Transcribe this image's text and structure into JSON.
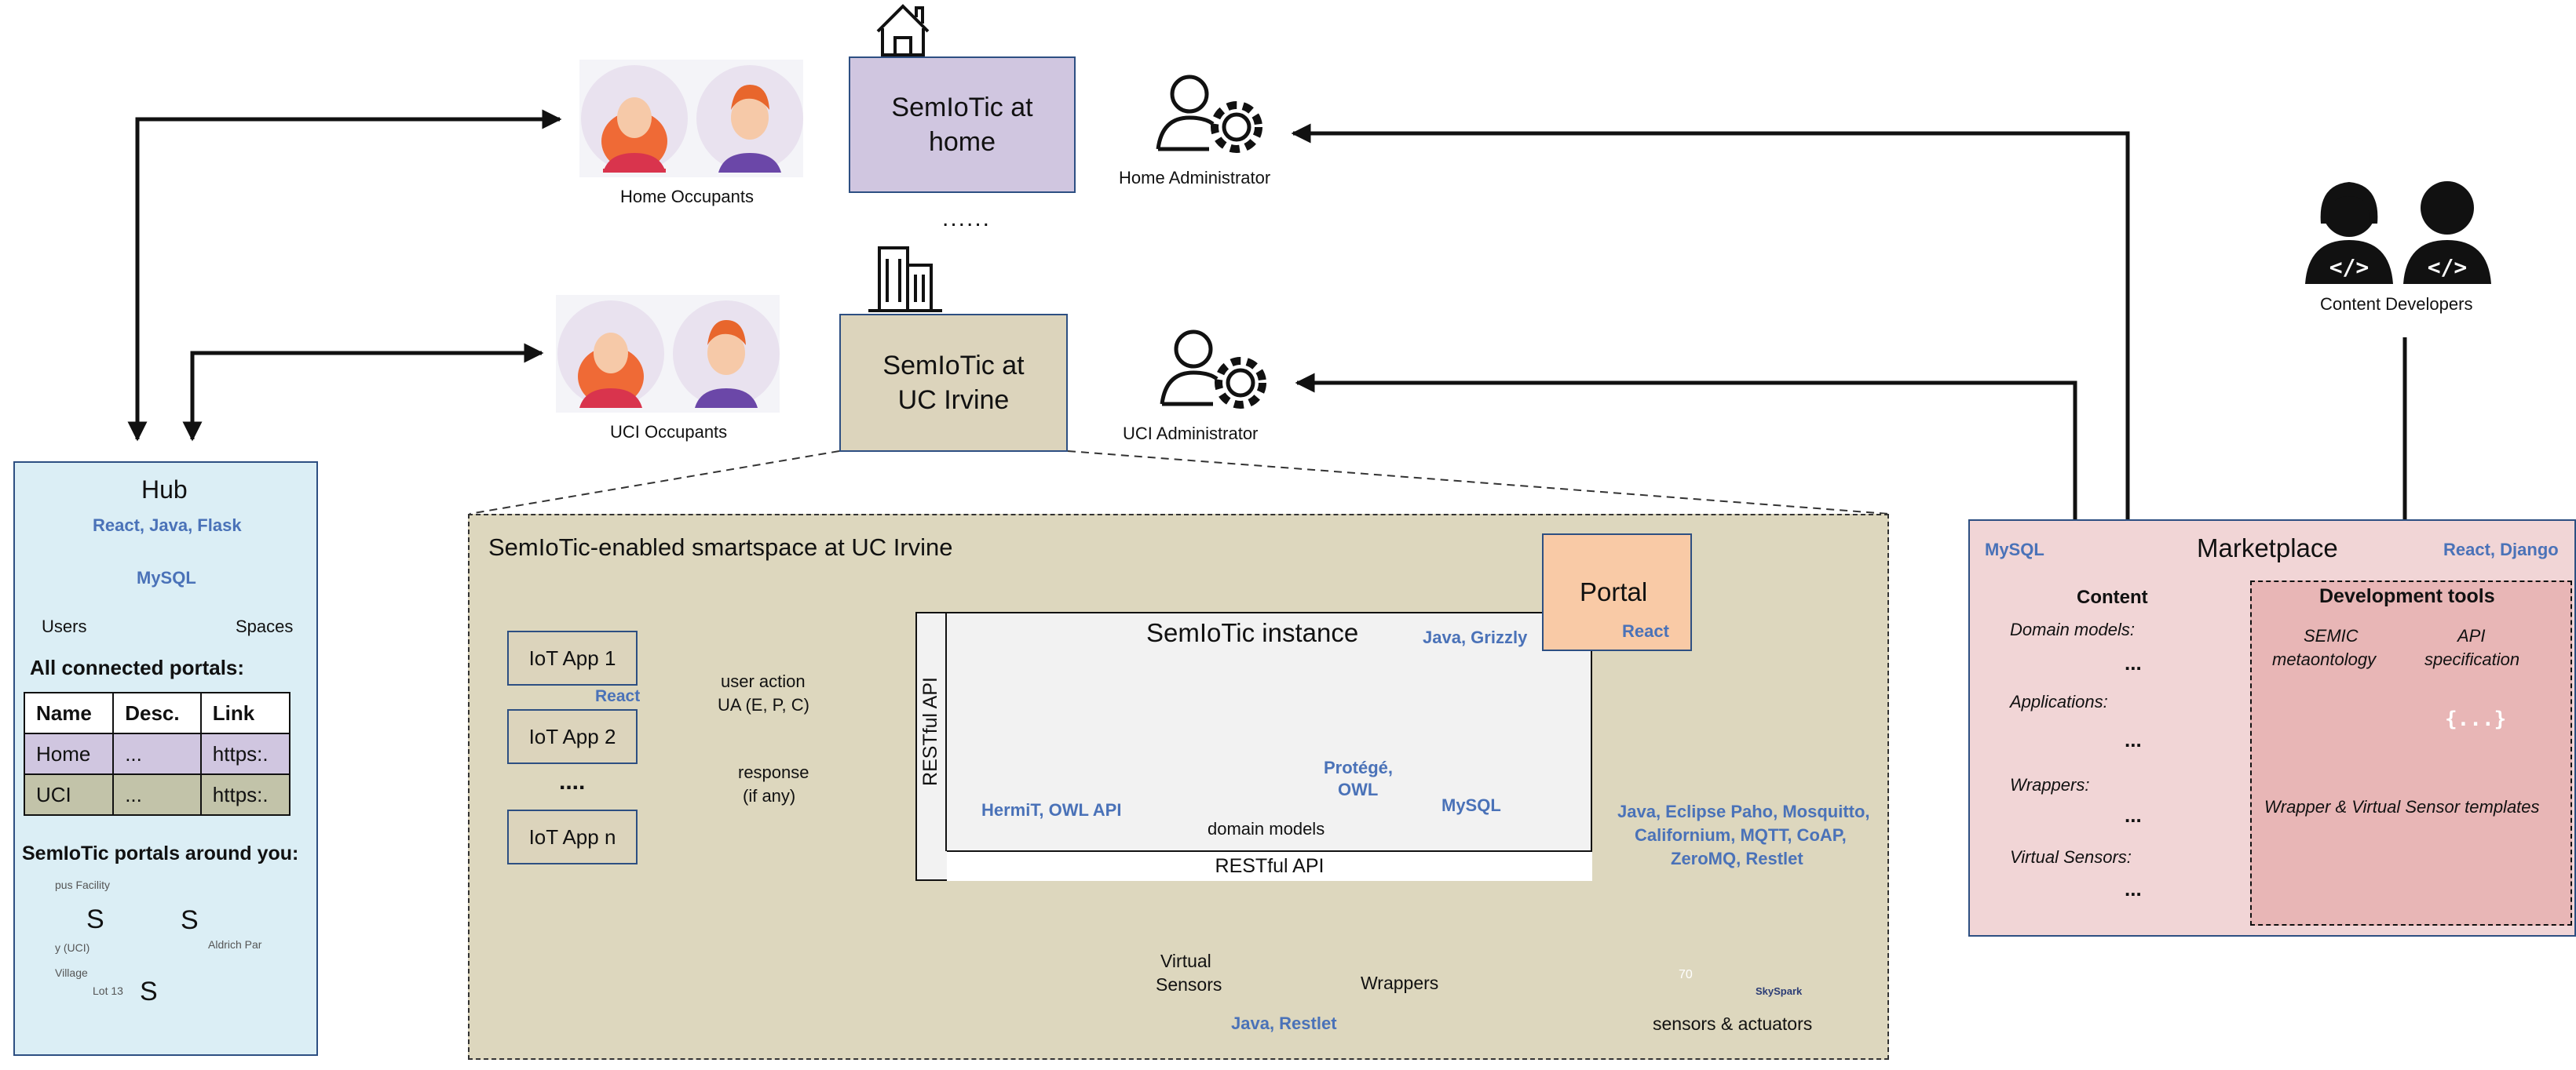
{
  "top": {
    "home_occupants": "Home Occupants",
    "semiotic_home": [
      "SemIoTic at",
      "home"
    ],
    "home_admin": "Home Administrator",
    "dots": "......",
    "uci_occupants": "UCI Occupants",
    "semiotic_uci": [
      "SemIoTic at",
      "UC Irvine"
    ],
    "uci_admin": "UCI Administrator",
    "content_devs": "Content Developers"
  },
  "hub": {
    "title": "Hub",
    "tech": "React, Java, Flask",
    "db_users": "Users",
    "db_mysql": "MySQL",
    "db_spaces": "Spaces",
    "portals_title": "All connected portals:",
    "table": {
      "headers": [
        "Name",
        "Desc.",
        "Link"
      ],
      "rows": [
        [
          "Home",
          "...",
          "https:."
        ],
        [
          "UCI",
          "...",
          "https:."
        ]
      ]
    },
    "around_title": "SemIoTic portals around you:",
    "map_labels": [
      "pus Facility",
      "y (UCI)",
      "Village",
      "Lot 13",
      "Aldrich Par"
    ],
    "map_marker": "S"
  },
  "smartspace": {
    "title": "SemIoTic-enabled smartspace at UC Irvine",
    "apps": [
      "IoT App 1",
      "IoT App 2",
      "....",
      "IoT App n"
    ],
    "apps_tech": "React",
    "user_action": [
      "user action",
      "UA (E, P, C)"
    ],
    "response": [
      "response",
      "(if any)"
    ],
    "restful_vertical": "RESTful API",
    "restful_bottom": "RESTful API",
    "instance_title": "SemIoTic instance",
    "instance_tech": "Java, Grizzly",
    "reasoner_tech": "HermiT, OWL API",
    "domain_models": "domain models",
    "protege_tech": [
      "Protégé,",
      "OWL"
    ],
    "mysql": "MySQL",
    "portal": "Portal",
    "portal_tech": "React",
    "virtual_sensors": [
      "Virtual",
      "Sensors"
    ],
    "wrappers": "Wrappers",
    "bottom_tech": "Java, Restlet",
    "sensor_tech": [
      "Java, Eclipse Paho, Mosquitto,",
      "Californium, MQTT, CoAP,",
      "ZeroMQ, Restlet"
    ],
    "thermostat": "70",
    "skyspark": "SkySpark",
    "sensors_label": "sensors & actuators"
  },
  "marketplace": {
    "title": "Marketplace",
    "db_tech": "MySQL",
    "web_tech": "React, Django",
    "content_title": "Content",
    "domain_models": "Domain models:",
    "applications": "Applications:",
    "wrappers": "Wrappers:",
    "virtual_sensors": "Virtual Sensors:",
    "ellipsis": "...",
    "dev_tools_title": "Development tools",
    "semic": [
      "SEMIC",
      "metaontology"
    ],
    "api_spec": [
      "API",
      "specification"
    ],
    "api_glyph": "{...}",
    "templates": "Wrapper & Virtual Sensor templates"
  },
  "colors": {
    "hub_bg": "#dbeef5",
    "home_box": "#d0c6e0",
    "uci_box": "#dcd4bc",
    "smartspace_bg": "#ddd7be",
    "portal_bg": "#f9caa6",
    "marketplace_bg": "#f1d5d6",
    "content_bg": "#e8b6b6",
    "accent_blue": "#4a72b8",
    "highlight_red": "#e0141c"
  }
}
